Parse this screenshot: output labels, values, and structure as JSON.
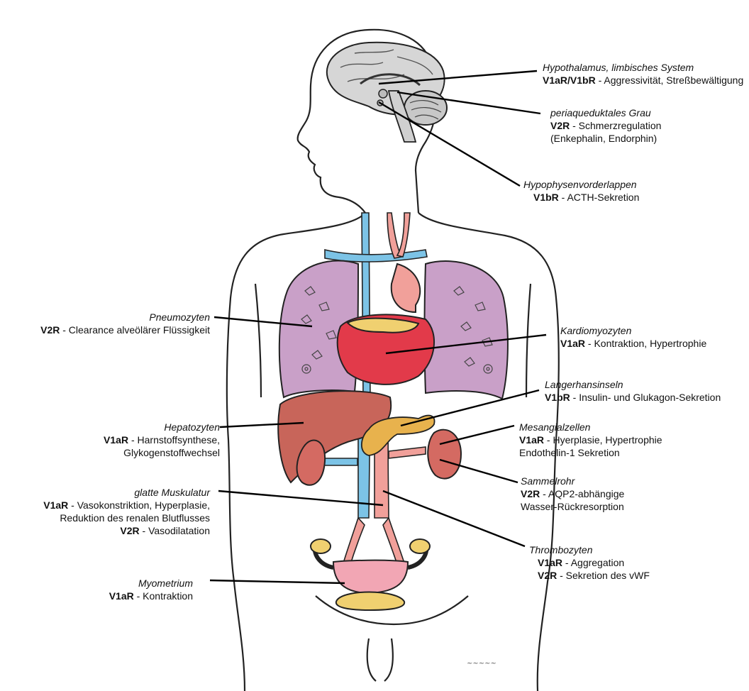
{
  "labels": {
    "hypothalamus": {
      "title": "Hypothalamus, limbisches System",
      "lines": [
        {
          "receptor": "V1aR/V1bR",
          "text": " - Aggressivität, Streßbewältigung"
        }
      ]
    },
    "periaqueductal": {
      "title": "periaqueduktales Grau",
      "lines": [
        {
          "receptor": "V2R",
          "text": " - Schmerzregulation"
        },
        {
          "receptor": "",
          "text": "(Enkephalin, Endorphin)"
        }
      ]
    },
    "pituitary": {
      "title": "Hypophysenvorderlappen",
      "lines": [
        {
          "receptor": "V1bR",
          "text": " - ACTH-Sekretion"
        }
      ]
    },
    "pneumocytes": {
      "title": "Pneumozyten",
      "lines": [
        {
          "receptor": "V2R",
          "text": " - Clearance alveölärer Flüssigkeit"
        }
      ]
    },
    "cardiomyocytes": {
      "title": "Kardiomyozyten",
      "lines": [
        {
          "receptor": "V1aR",
          "text": " - Kontraktion, Hypertrophie"
        }
      ]
    },
    "langerhans": {
      "title": "Langerhansinseln",
      "lines": [
        {
          "receptor": "V1bR",
          "text": " - Insulin- und Glukagon-Sekretion"
        }
      ]
    },
    "hepatocytes": {
      "title": "Hepatozyten",
      "lines": [
        {
          "receptor": "V1aR",
          "text": " - Harnstoffsynthese,"
        },
        {
          "receptor": "",
          "text": "Glykogenstoffwechsel"
        }
      ]
    },
    "mesangial": {
      "title": "Mesangialzellen",
      "lines": [
        {
          "receptor": "V1aR",
          "text": " - Hyerplasie, Hypertrophie"
        },
        {
          "receptor": "",
          "text": "Endothelin-1 Sekretion"
        }
      ]
    },
    "collecting_duct": {
      "title": "Sammelrohr",
      "lines": [
        {
          "receptor": "V2R",
          "text": " - AQP2-abhängige"
        },
        {
          "receptor": "",
          "text": "Wasser-Rückresorption"
        }
      ]
    },
    "smooth_muscle": {
      "title": "glatte Muskulatur",
      "lines": [
        {
          "receptor": "V1aR",
          "text": " - Vasokonstriktion, Hyperplasie,"
        },
        {
          "receptor": "",
          "text": "Reduktion des renalen Blutflusses"
        },
        {
          "receptor": "V2R",
          "text": " - Vasodilatation"
        }
      ]
    },
    "thrombocytes": {
      "title": "Thrombozyten",
      "lines": [
        {
          "receptor": "V1aR",
          "text": " - Aggregation"
        },
        {
          "receptor": "V2R",
          "text": " - Sekretion des vWF"
        }
      ]
    },
    "myometrium": {
      "title": "Myometrium",
      "lines": [
        {
          "receptor": "V1aR",
          "text": " - Kontraktion"
        }
      ]
    }
  },
  "colors": {
    "outline": "#222222",
    "lung": "#c9a0c8",
    "heart": "#e23a4a",
    "heart_light": "#f08a8a",
    "liver": "#c8655a",
    "kidney": "#d46a62",
    "vein": "#7cc3e6",
    "artery": "#f1a09a",
    "pancreas": "#e8b24d",
    "uterus": "#f2a6b4",
    "bladder": "#f0d070",
    "brain": "#d4d4d4",
    "leader": "#000000"
  }
}
